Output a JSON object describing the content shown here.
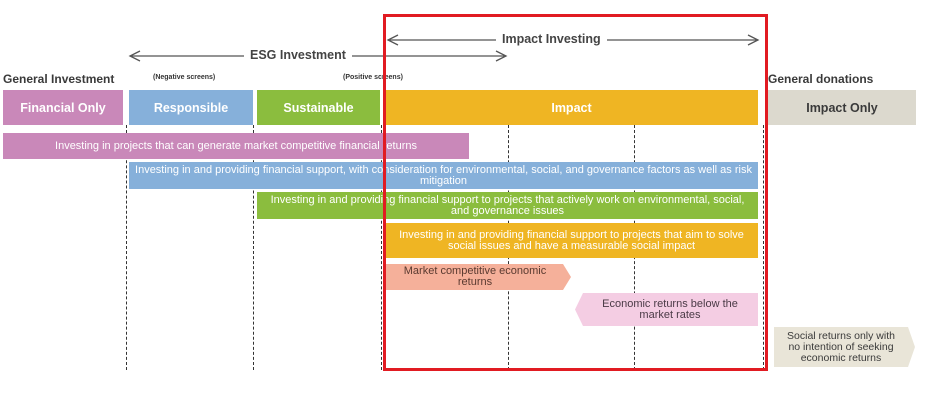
{
  "header": {
    "esg_label": "ESG Investment",
    "impact_label": "Impact Investing",
    "general_investment": "General Investment",
    "negative_screens": "(Negative screens)",
    "positive_screens": "(Positive screens)",
    "general_donations": "General donations"
  },
  "categories": [
    {
      "label": "Financial Only",
      "color": "#c988b9"
    },
    {
      "label": "Responsible",
      "color": "#86b0da"
    },
    {
      "label": "Sustainable",
      "color": "#8bbd3e"
    },
    {
      "label": "Impact",
      "color": "#efb523"
    },
    {
      "label": "Impact Only",
      "color": "#dcd9ce"
    }
  ],
  "bars": [
    {
      "text": "Investing in projects that can generate market competitive financial returns",
      "color": "#c988b9"
    },
    {
      "text": "Investing in and providing financial support, with consideration for environmental, social, and governance factors as well as risk mitigation",
      "color": "#86b0da"
    },
    {
      "text": "Investing in and providing financial support to projects that actively work on environmental, social, and governance issues",
      "color": "#8bbd3e"
    },
    {
      "text": "Investing in and providing financial support to projects that aim to solve social issues and have a measurable social impact",
      "color": "#efb523"
    }
  ],
  "returns": [
    {
      "text": "Market competitive economic returns",
      "color": "#f5b09a"
    },
    {
      "text": "Economic returns below the market rates",
      "color": "#f4cde3"
    },
    {
      "text": "Social returns only with no intention of seeking economic returns",
      "color": "#e9e5d8"
    }
  ],
  "highlight_color": "#e11b22"
}
